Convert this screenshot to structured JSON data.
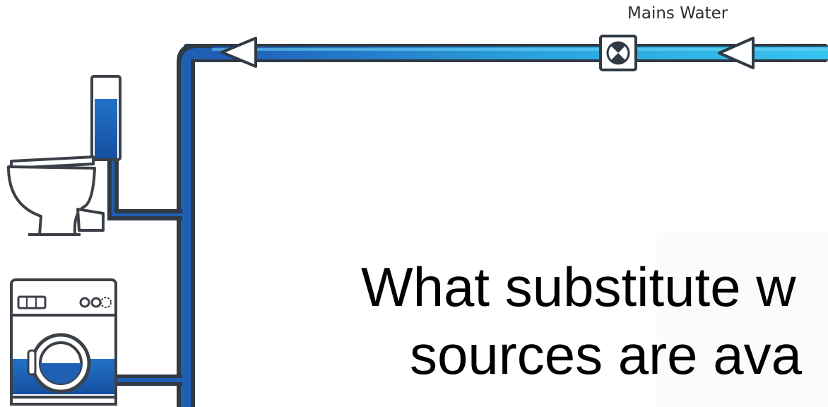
{
  "diagram": {
    "label": "Mains Water",
    "icons": [
      "toilet-icon",
      "washing-machine-icon",
      "water-meter-icon",
      "flow-arrow-icon"
    ],
    "colors": {
      "pipe_outline": "#2f3a45",
      "pipe_blue": "#1f6fc4",
      "pipe_highlight": "#29b6ea",
      "appliance_outline": "#3c4148",
      "water_fill": "#1e63b8"
    }
  },
  "slide": {
    "question_line1": "What substitute w",
    "question_line2": "sources are ava"
  }
}
